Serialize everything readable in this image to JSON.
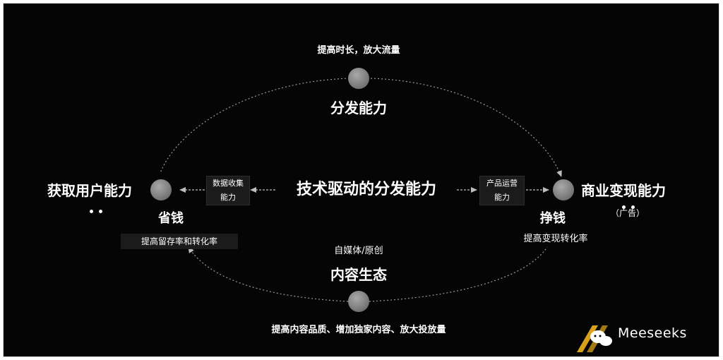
{
  "diagram": {
    "center_label": "技术驱动的分发能力",
    "top": {
      "title": "分发能力",
      "caption": "提高时长，放大流量"
    },
    "left": {
      "title": "获取用户能力",
      "sub": "省钱",
      "caption": "提高留存率和转化率",
      "connector": [
        "数据收集",
        "能力"
      ]
    },
    "right": {
      "title": "商业变现能力",
      "note": "（广告）",
      "sub": "挣钱",
      "caption": "提高变现转化率",
      "connector": [
        "产品运营",
        "能力"
      ]
    },
    "bottom": {
      "title": "内容生态",
      "note": "自媒体/原创",
      "caption": "提高内容品质、增加独家内容、放大投放量"
    }
  },
  "colors": {
    "background": "#050505",
    "node": "#8a8a8a",
    "line": "#9a9a9a",
    "text": "#ffffff"
  },
  "watermark": {
    "text": "Meeseeks",
    "icon": "wechat-bubble-icon"
  }
}
